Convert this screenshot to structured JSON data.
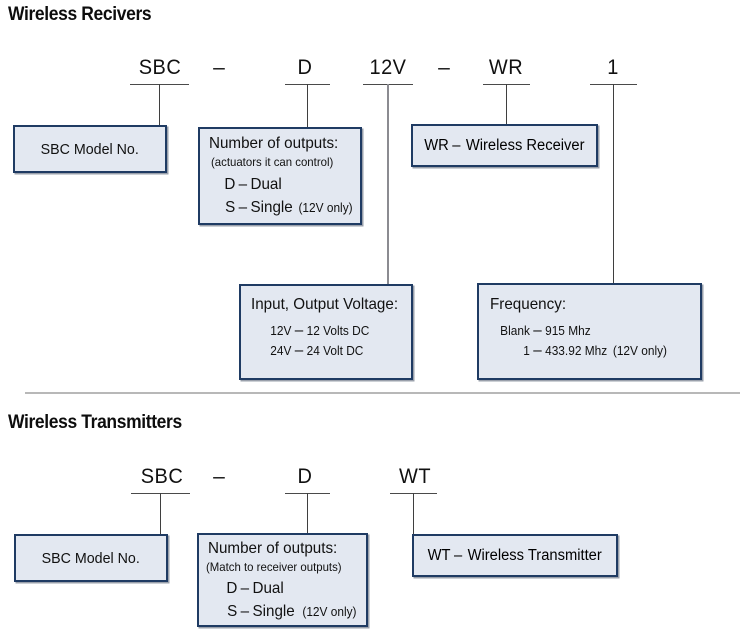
{
  "sections": {
    "receivers": {
      "heading": "Wireless Recivers",
      "code_tokens": [
        {
          "text": "SBC"
        },
        {
          "text": "–"
        },
        {
          "text": "D"
        },
        {
          "text": "12V"
        },
        {
          "text": "–"
        },
        {
          "text": "WR"
        },
        {
          "text": "1"
        }
      ],
      "model_box": {
        "label": "SBC Model No."
      },
      "outputs_box": {
        "title": "Number of outputs:",
        "subtitle": "(actuators it can control)",
        "rows": [
          {
            "key": "D",
            "dash": "–",
            "value": "Dual",
            "note": ""
          },
          {
            "key": "S",
            "dash": "–",
            "value": "Single",
            "note": "(12V only)"
          }
        ]
      },
      "wr_box": {
        "key": "WR",
        "dash": "–",
        "label": "Wireless Receiver"
      },
      "voltage_box": {
        "title": "Input, Output Voltage:",
        "rows": [
          {
            "key": "12V",
            "dash": "–",
            "value": "12 Volts DC"
          },
          {
            "key": "24V",
            "dash": "–",
            "value": "24 Volt DC"
          }
        ]
      },
      "frequency_box": {
        "title": "Frequency:",
        "rows": [
          {
            "key": "Blank",
            "dash": "–",
            "value": "915 Mhz",
            "note": ""
          },
          {
            "key": "1",
            "dash": "–",
            "value": "433.92 Mhz",
            "note": "(12V only)"
          }
        ]
      }
    },
    "transmitters": {
      "heading": "Wireless Transmitters",
      "code_tokens": [
        {
          "text": "SBC"
        },
        {
          "text": "–"
        },
        {
          "text": "D"
        },
        {
          "text": "WT"
        }
      ],
      "model_box": {
        "label": "SBC Model No."
      },
      "outputs_box": {
        "title": "Number of outputs:",
        "subtitle": "(Match to receiver outputs)",
        "rows": [
          {
            "key": "D",
            "dash": "–",
            "value": "Dual",
            "note": ""
          },
          {
            "key": "S",
            "dash": "–",
            "value": "Single",
            "note": "(12V only)"
          }
        ]
      },
      "wt_box": {
        "key": "WT",
        "dash": "–",
        "label": "Wireless Transmitter"
      }
    }
  },
  "colors": {
    "box_fill": "#e3e8f1",
    "box_border": "#1f3b63",
    "divider": "#b8b8b8",
    "leader": "#3f3f3f",
    "leader_gray": "#8b8b91",
    "text": "#111111"
  }
}
